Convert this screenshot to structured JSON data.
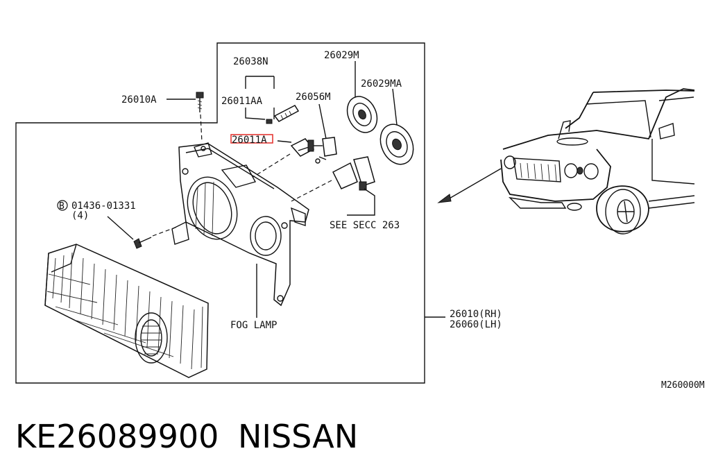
{
  "labels": {
    "p26038N": "26038N",
    "p26029M": "26029M",
    "p26029MA": "26029MA",
    "p26010A": "26010A",
    "p26011AA": "26011AA",
    "p26056M": "26056M",
    "p26011A": "26011A",
    "bolt_ref": "01436-01331",
    "bolt_circle": "B",
    "bolt_qty": "(4)",
    "see_sec": "SEE SECC 263",
    "fog_lamp": "FOG LAMP",
    "rh": "26010(RH)",
    "lh": "26060(LH)",
    "diagram_code": "M260000M"
  },
  "highlight": {
    "part": "26011A",
    "color": "#e53935"
  },
  "footer": {
    "part_number": "KE26089900",
    "brand": "NISSAN"
  }
}
